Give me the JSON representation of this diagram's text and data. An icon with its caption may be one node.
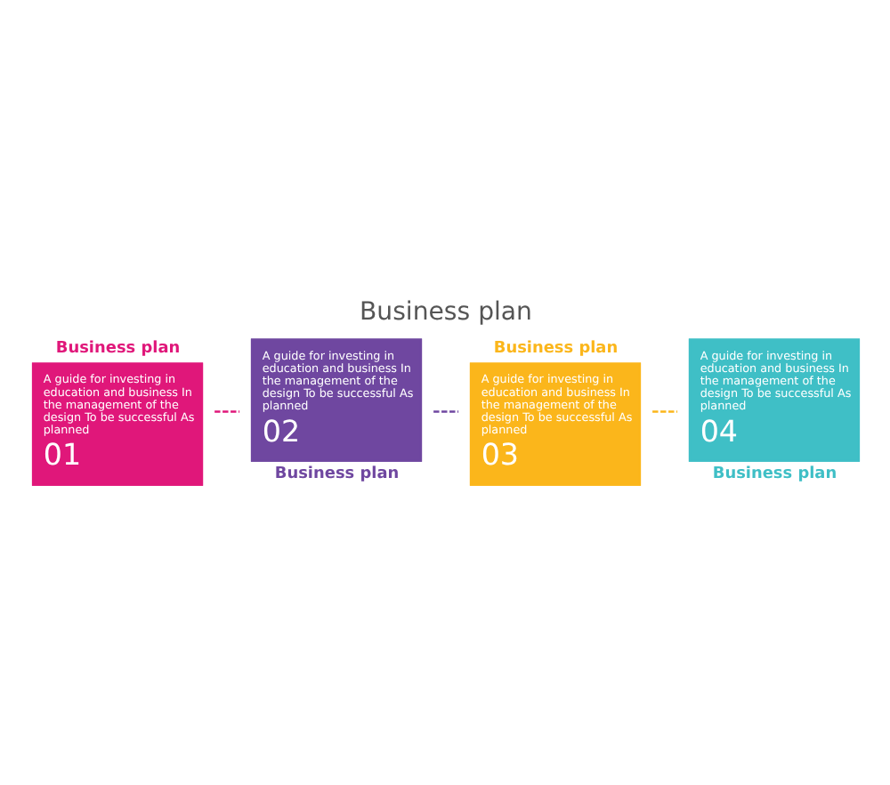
{
  "diagram": {
    "title": "Business plan",
    "nodes": [
      {
        "text": [
          "Business plan",
          "A guide for investing in education and business In the management of the design To be successful As planned",
          "01"
        ]
      },
      {
        "text": [
          "A guide for investing in education and business In the management of the design To be successful As planned",
          "02",
          "Business plan"
        ]
      },
      {
        "text": [
          "Business plan",
          "A guide for investing in education and business In the management of the design To be successful As planned",
          "03"
        ]
      },
      {
        "text": [
          "A guide for investing in education and business In the management of the design To be successful As planned",
          "04",
          "Business plan"
        ]
      }
    ],
    "edges": [
      {
        "from": 0,
        "to": 1,
        "arrow": "none",
        "style": "dashed",
        "color": "#e0177a"
      },
      {
        "from": 1,
        "to": 2,
        "arrow": "none",
        "style": "dashed",
        "color": "#6f47a0"
      },
      {
        "from": 2,
        "to": 3,
        "arrow": "none",
        "style": "dashed",
        "color": "#fbb61b"
      }
    ]
  }
}
